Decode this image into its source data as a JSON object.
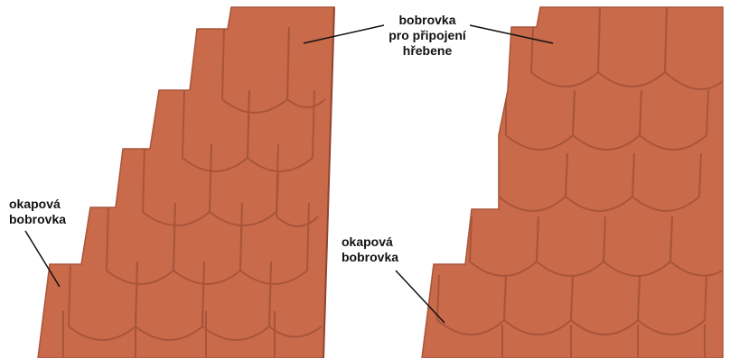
{
  "labels": {
    "ridge_tile": [
      "bobrovka",
      "pro připojení",
      "hřebene"
    ],
    "eaves_tile_left": [
      "okapová",
      "bobrovka"
    ],
    "eaves_tile_right": [
      "okapová",
      "bobrovka"
    ]
  },
  "colors": {
    "tile": "#c96a4b",
    "tile_dark": "#a9553a",
    "tile_light": "#d67e5d",
    "leader": "#111111"
  }
}
